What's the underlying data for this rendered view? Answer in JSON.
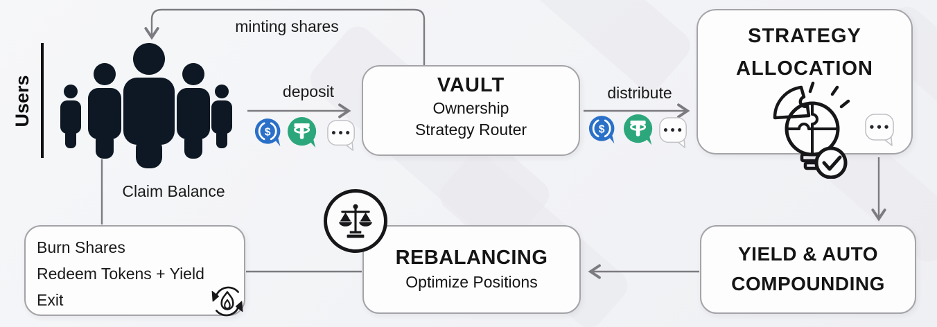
{
  "diagram": {
    "users": {
      "label": "Users"
    },
    "edges": {
      "minting_shares": "minting shares",
      "deposit": "deposit",
      "distribute": "distribute",
      "claim_balance": "Claim Balance"
    },
    "boxes": {
      "vault": {
        "title": "VAULT",
        "line1": "Ownership",
        "line2": "Strategy Router"
      },
      "strategy_allocation": {
        "line1": "STRATEGY",
        "line2": "ALLOCATION"
      },
      "yield_auto_compounding": {
        "line1": "YIELD & AUTO",
        "line2": "COMPOUNDING"
      },
      "rebalancing": {
        "title": "REBALANCING",
        "subtitle": "Optimize Positions"
      },
      "exit": {
        "line1": "Burn Shares",
        "line2": "Redeem Tokens + Yield",
        "line3": "Exit"
      }
    },
    "tokens": {
      "usdc_symbol": "$",
      "more_dots": "•••"
    },
    "colors": {
      "usdc_blue": "#2A70C8",
      "usdt_green": "#2CA77C",
      "silhouette_dark": "#0D1824",
      "connector_gray": "#7C7C80",
      "box_border_gray": "#A4A4A8",
      "text_black": "#151515"
    }
  }
}
